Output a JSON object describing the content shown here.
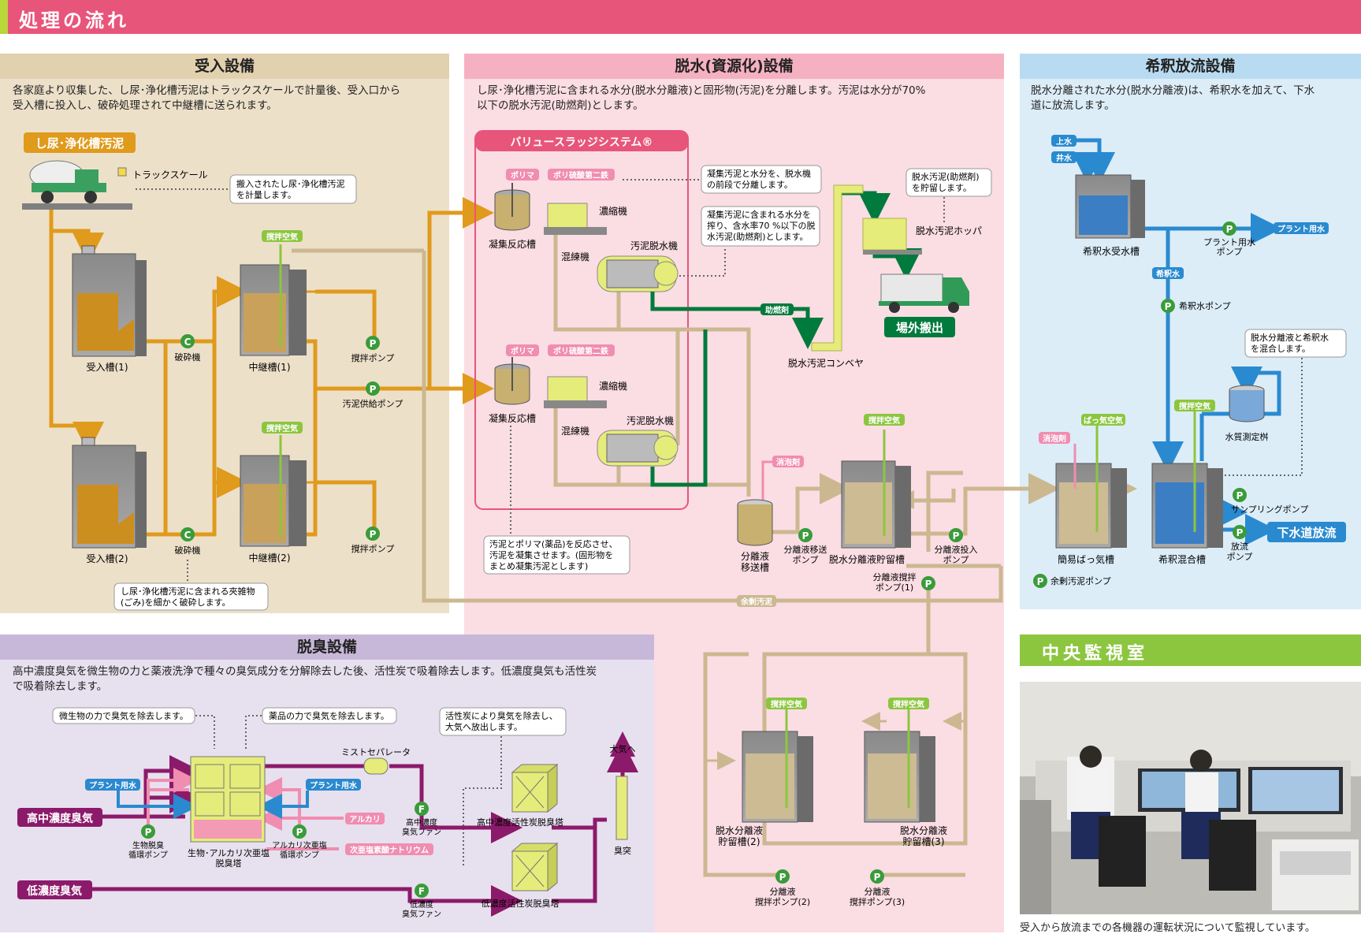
{
  "page_title": "処理の流れ",
  "sections": {
    "receiving": {
      "title": "受入設備",
      "desc1": "各家庭より収集した、し尿･浄化槽汚泥はトラックスケールで計量後、受入口から",
      "desc2": "受入槽に投入し、破砕処理されて中継槽に送られます。"
    },
    "dewatering": {
      "title": "脱水(資源化)設備",
      "desc1": "し尿･浄化槽汚泥に含まれる水分(脱水分離液)と固形物(汚泥)を分離します。汚泥は水分が70%",
      "desc2": "以下の脱水汚泥(助燃剤)とします。"
    },
    "discharge": {
      "title": "希釈放流設備",
      "desc1": "脱水分離された水分(脱水分離液)は、希釈水を加えて、下水",
      "desc2": "道に放流します。"
    },
    "deodor": {
      "title": "脱臭設備",
      "desc1": "高中濃度臭気を微生物の力と薬液洗浄で種々の臭気成分を分解除去した後、活性炭で吸着除去します。低濃度臭気も活性炭",
      "desc2": "で吸着除去します。"
    },
    "control": {
      "title": "中央監視室",
      "caption": "受入から放流までの各機器の運転状況について監視しています。"
    }
  },
  "labels": {
    "sludge_badge": "し尿･浄化槽汚泥",
    "truck_scale": "トラックスケール",
    "note_scale_1": "搬入されたし尿･浄化槽汚泥",
    "note_scale_2": "を計量します。",
    "agitate_air": "撹拌空気",
    "tank_recv1": "受入槽(1)",
    "tank_recv2": "受入槽(2)",
    "crusher": "破砕機",
    "relay1": "中継槽(1)",
    "relay2": "中継槽(2)",
    "agit_pump": "撹拌ポンプ",
    "sludge_feed_pump": "汚泥供給ポンプ",
    "note_crush_1": "し尿･浄化槽汚泥に含まれる夾雑物",
    "note_crush_2": "(ごみ)を細かく破砕します。",
    "vss": "バリュースラッジシステム®",
    "polymer": "ポリマ",
    "ferric": "ポリ硫酸第二鉄",
    "coag_tank": "凝集反応槽",
    "thickener": "濃縮機",
    "mixer": "混練機",
    "dewaterer": "汚泥脱水機",
    "note_thick_1": "凝集汚泥と水分を、脱水機",
    "note_thick_2": "の前段で分離します。",
    "note_dew_1": "凝集汚泥に含まれる水分を",
    "note_dew_2": "搾り、含水率70 %以下の脱",
    "note_dew_3": "水汚泥(助燃剤)とします。",
    "note_hopper_1": "脱水汚泥(助燃剤)",
    "note_hopper_2": "を貯留します。",
    "hopper": "脱水汚泥ホッパ",
    "combustion_aid": "助燃剤",
    "conveyor": "脱水汚泥コンベヤ",
    "offsite": "場外搬出",
    "note_coag_1": "汚泥とポリマ(薬品)を反応させ、",
    "note_coag_2": "汚泥を凝集させます。(固形物を",
    "note_coag_3": "まとめ凝集汚泥とします)",
    "antifoam": "消泡剤",
    "sep_transfer_tank_1": "分離液",
    "sep_transfer_tank_2": "移送槽",
    "sep_transfer_pump_1": "分離液移送",
    "sep_transfer_pump_2": "ポンプ",
    "sep_storage1": "脱水分離液貯留槽",
    "sep_feed_pump_1": "分離液投入",
    "sep_feed_pump_2": "ポンプ",
    "sep_agit_pump1_1": "分離液撹拌",
    "sep_agit_pump1_2": "ポンプ(1)",
    "excess_sludge": "余剰汚泥",
    "sep_storage2_1": "脱水分離液",
    "sep_storage2_2": "貯留槽(2)",
    "sep_storage3_1": "脱水分離液",
    "sep_storage3_2": "貯留槽(3)",
    "sep_agit_pump2_1": "分離液",
    "sep_agit_pump2_2": "撹拌ポンプ(2)",
    "sep_agit_pump3_1": "分離液",
    "sep_agit_pump3_2": "撹拌ポンプ(3)",
    "tap_water": "上水",
    "well_water": "井水",
    "dilution_tank": "希釈水受水槽",
    "plant_water_pump_1": "プラント用水",
    "plant_water_pump_2": "ポンプ",
    "plant_water": "プラント用水",
    "dilution_water": "希釈水",
    "dilution_pump": "希釈水ポンプ",
    "note_mix_1": "脱水分離液と希釈水",
    "note_mix_2": "を混合します。",
    "quality_tank": "水質測定桝",
    "aeration_air": "ばっ気空気",
    "simple_aeration": "簡易ばっ気槽",
    "dilution_mix": "希釈混合槽",
    "sampling_pump": "サンプリングポンプ",
    "discharge_pump_1": "放流",
    "discharge_pump_2": "ポンプ",
    "sewer": "下水道放流",
    "excess_pump": "余剰汚泥ポンプ",
    "note_bio": "微生物の力で臭気を除去します。",
    "note_chem": "薬品の力で臭気を除去します。",
    "note_carbon_1": "活性炭により臭気を除去し、",
    "note_carbon_2": "大気へ放出します。",
    "mist_sep": "ミストセパレータ",
    "to_air": "大気へ",
    "high_odor": "高中濃度臭気",
    "low_odor": "低濃度臭気",
    "bio_pump_1": "生物脱臭",
    "bio_pump_2": "循環ポンプ",
    "bio_tower_1": "生物･アルカリ次亜塩",
    "bio_tower_2": "脱臭塔",
    "alk_pump_1": "アルカリ次亜塩",
    "alk_pump_2": "循環ポンプ",
    "alkali": "アルカリ",
    "hypochlorite": "次亜塩素酸ナトリウム",
    "high_fan_1": "高中濃度",
    "high_fan_2": "臭気ファン",
    "low_fan_1": "低濃度",
    "low_fan_2": "臭気ファン",
    "high_carbon": "高中濃度活性炭脱臭塔",
    "low_carbon": "低濃度活性炭脱臭塔",
    "stack": "臭突",
    "pump_letter": "P",
    "crusher_letter": "C",
    "fan_letter": "F"
  },
  "colors": {
    "title_bar": "#e8557a",
    "title_accent": "#b9d63a",
    "receiving_bg": "#ede0c9",
    "receiving_head": "#e2d1ae",
    "dewatering_bg": "#fbdde4",
    "dewatering_head": "#f5b1c1",
    "discharge_bg": "#dcedf8",
    "discharge_head": "#b9dbf1",
    "deodor_bg": "#e7e0ee",
    "deodor_head": "#c7b8d9",
    "sludge_pipe": "#e09a1c",
    "sep_pipe": "#cbb890",
    "dewatered_pipe": "#007a3d",
    "water_pipe": "#2a8ad0",
    "odor_pipe": "#8c1a6b",
    "chem_pipe": "#f08db0",
    "air_pipe": "#8cc63f",
    "pump_green": "#3a9b3a",
    "central_bar": "#8cc63f"
  }
}
